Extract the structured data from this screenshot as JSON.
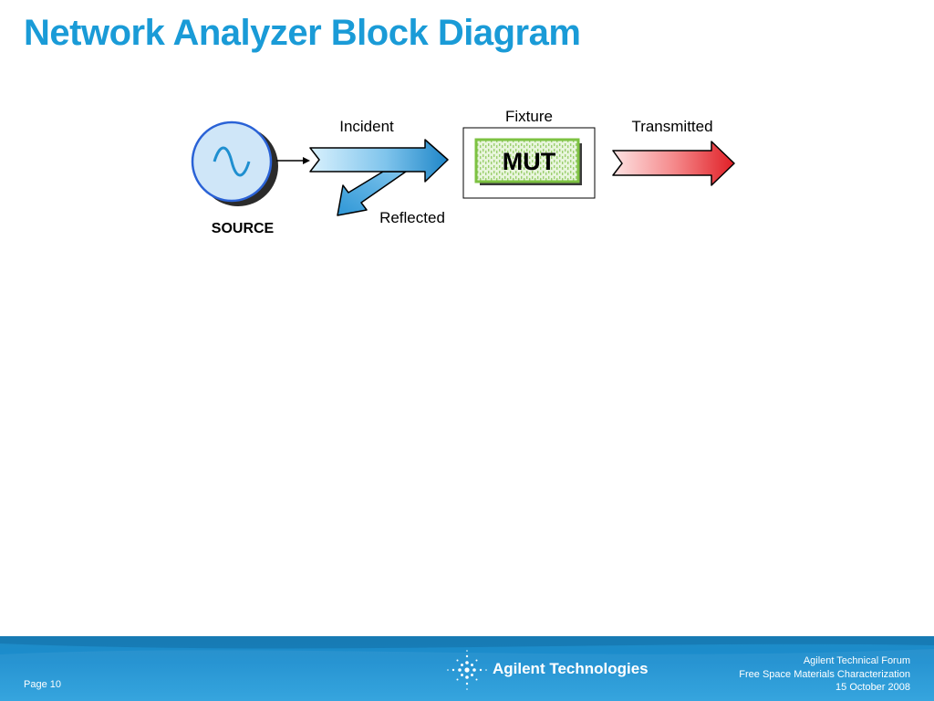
{
  "slide": {
    "title": "Network Analyzer Block Diagram"
  },
  "diagram": {
    "source_label": "SOURCE",
    "incident_label": "Incident",
    "reflected_label": "Reflected",
    "fixture_label": "Fixture",
    "mut_label": "MUT",
    "transmitted_label": "Transmitted",
    "colors": {
      "incident_arrow": "#2f97d6",
      "transmitted_arrow": "#e82028",
      "mut_border": "#7dc242",
      "source_fill": "#cfe6f8"
    }
  },
  "footer": {
    "page": "Page 10",
    "logo_text": "Agilent Technologies",
    "event": "Agilent Technical Forum",
    "topic": "Free Space Materials Characterization",
    "date": "15 October 2008"
  }
}
